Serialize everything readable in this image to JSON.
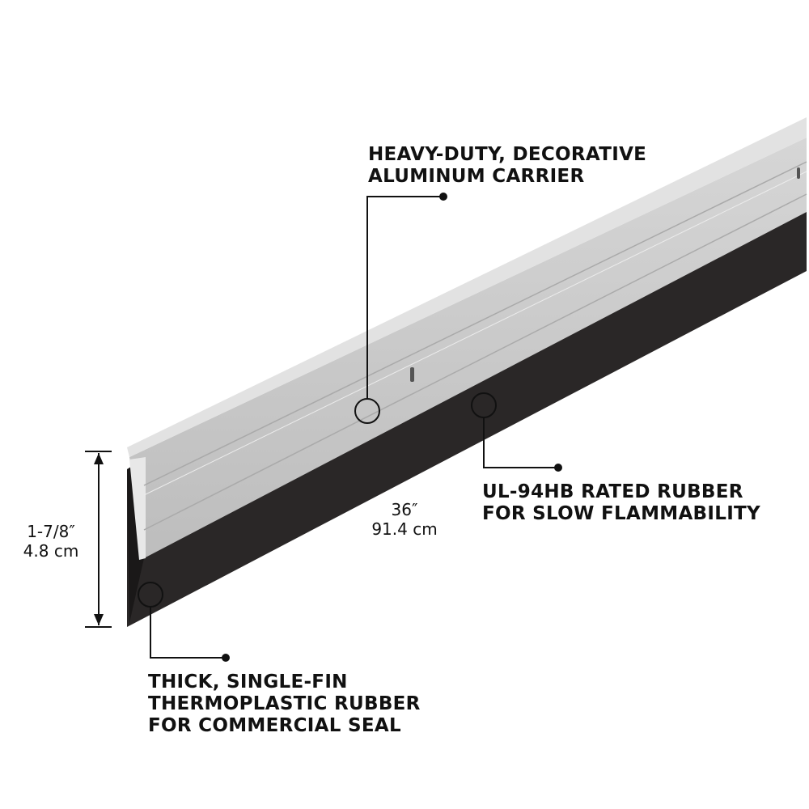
{
  "callouts": {
    "carrier": [
      "HEAVY-DUTY, DECORATIVE",
      "ALUMINUM CARRIER"
    ],
    "rated_rubber": [
      "UL-94HB RATED RUBBER",
      "FOR SLOW FLAMMABILITY"
    ],
    "fin_rubber": [
      "THICK, SINGLE-FIN",
      "THERMOPLASTIC RUBBER",
      "FOR COMMERCIAL SEAL"
    ]
  },
  "dimensions": {
    "height": [
      "1-7/8″",
      "4.8 cm"
    ],
    "length": [
      "36″",
      "91.4 cm"
    ]
  },
  "colors": {
    "aluminum": "#c9c9c9",
    "rubber": "#2a2727",
    "ink": "#111111"
  }
}
